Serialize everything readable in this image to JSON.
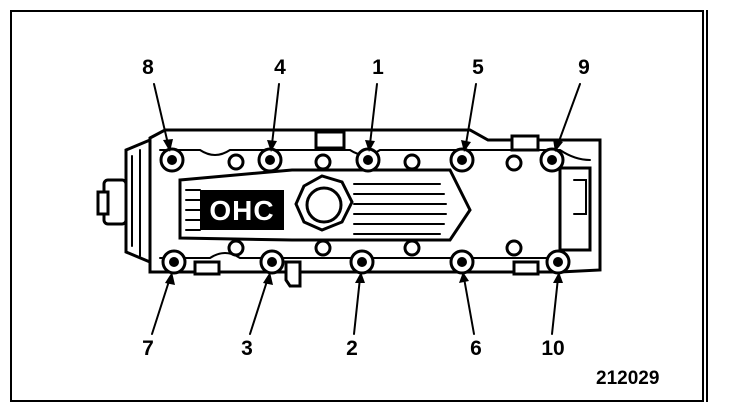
{
  "figure_id": "212029",
  "housing_label": "OHC",
  "callouts": [
    "8",
    "4",
    "1",
    "5",
    "9",
    "7",
    "3",
    "2",
    "6",
    "10"
  ]
}
